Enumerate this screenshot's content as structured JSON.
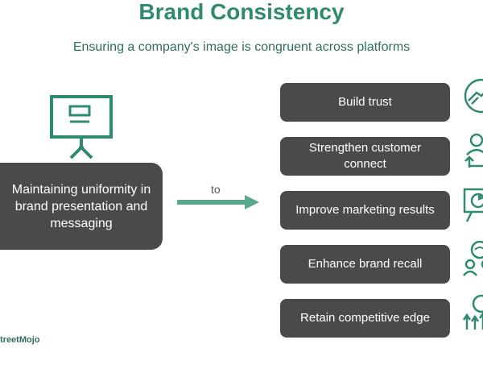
{
  "header": {
    "title": "Brand Consistency",
    "subtitle": "Ensuring a company's image is congruent across platforms"
  },
  "source": {
    "icon": "presentation-board-icon",
    "text": "Maintaining uniformity in brand presentation and messaging"
  },
  "connector": {
    "label": "to"
  },
  "goals": [
    {
      "label": "Build trust",
      "icon": "handshake-icon"
    },
    {
      "label": "Strengthen customer connect",
      "icon": "customer-growth-icon"
    },
    {
      "label": "Improve marketing results",
      "icon": "marketing-chart-icon"
    },
    {
      "label": "Enhance brand recall",
      "icon": "brain-recall-icon"
    },
    {
      "label": "Retain competitive edge",
      "icon": "growth-arrows-icon"
    }
  ],
  "footer": {
    "logo": "treetMojo"
  },
  "colors": {
    "accent": "#2f8a6f",
    "box": "#4a4a4a",
    "box_text": "#ffffff"
  }
}
